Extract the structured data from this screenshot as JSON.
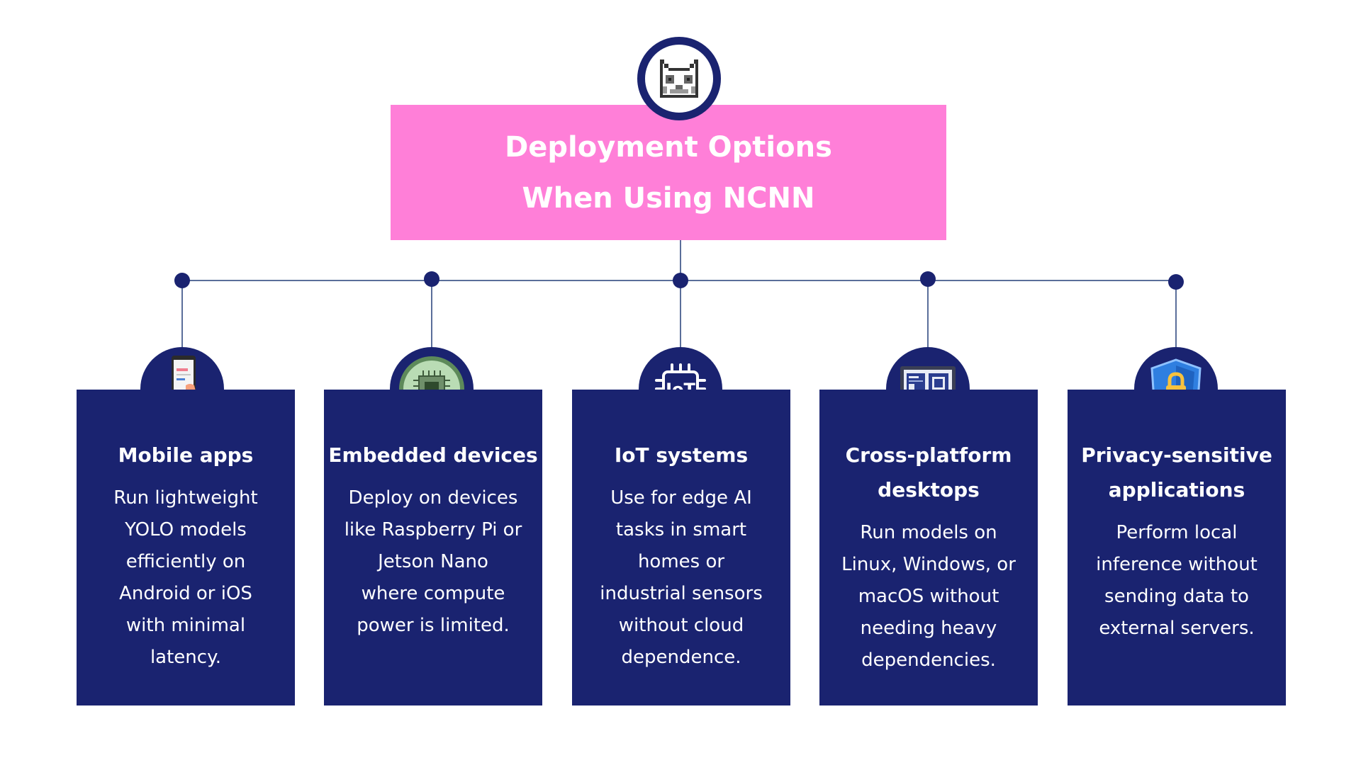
{
  "header": {
    "title_line1": "Deployment Options",
    "title_line2": "When Using NCNN",
    "logo_icon": "pixel-cat-icon"
  },
  "colors": {
    "navy": "#1a2370",
    "pink": "#ff7fd8",
    "connector": "#5a6e9a"
  },
  "cards": [
    {
      "icon": "phone-in-hands-icon",
      "title": "Mobile apps",
      "desc": [
        "Run lightweight",
        "YOLO models",
        "efficiently on",
        "Android or iOS",
        "with minimal",
        "latency."
      ]
    },
    {
      "icon": "microchip-icon",
      "title": "Embedded devices",
      "desc": [
        "Deploy on devices",
        "like Raspberry Pi or",
        "Jetson Nano",
        "where compute",
        "power is limited."
      ]
    },
    {
      "icon": "iot-chip-icon",
      "title": "IoT systems",
      "desc": [
        "Use for edge AI",
        "tasks in smart",
        "homes or",
        "industrial sensors",
        "without cloud",
        "dependence."
      ]
    },
    {
      "icon": "monitor-icon",
      "title": [
        "Cross-platform",
        "desktops"
      ],
      "desc": [
        "Run models on",
        "Linux, Windows, or",
        "macOS without",
        "needing heavy",
        "dependencies."
      ]
    },
    {
      "icon": "shield-lock-icon",
      "title": [
        "Privacy-sensitive",
        "applications"
      ],
      "desc": [
        "Perform local",
        "inference without",
        "sending data to",
        "external servers."
      ]
    }
  ]
}
